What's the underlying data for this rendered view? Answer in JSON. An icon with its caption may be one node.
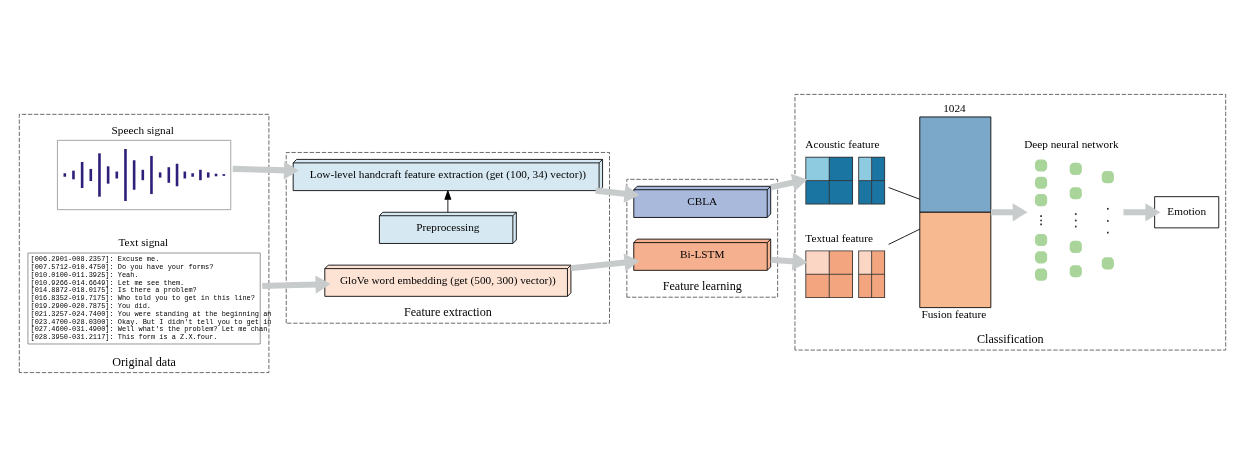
{
  "diagram": {
    "nodes": [
      {
        "text": [
          "Original data"
        ]
      },
      {
        "text": [
          "Speech signal"
        ],
        "in": 0
      },
      {
        "text": [
          "Text signal",
          "[006.2901-008.2357]: Excuse me.",
          "[007.5712-010.4750]: Do you have your forms?",
          "[010.0100-011.3925]: Yeah.",
          "[010.9266-014.6649]: Let me see them.",
          "[014.8872-018.0175]: Is there a problem?",
          "[016.8352-019.7175]: Who told you to get in this line?",
          "[019.2900-020.7875]: You did.",
          "[021.3257-024.7400]: You were standing at the beginning an",
          "[023.4700-028.0300]: Okay. But I didn't tell you to get in",
          "[027.4600-031.4900]: Well what's the problem? Let me chan",
          "[028.3950-031.2117]: This form is a Z.X.four."
        ],
        "in": 0
      },
      {
        "text": [
          "Feature extraction"
        ]
      },
      {
        "text": [
          "Preprocessing"
        ],
        "in": 3
      },
      {
        "text": [
          "Low-level handcraft feature extraction (get (100, 34) vector))"
        ],
        "in": 3
      },
      {
        "text": [
          "GloVe word embedding (get (500, 300) vector))"
        ],
        "in": 3
      },
      {
        "text": [
          "Feature learning"
        ]
      },
      {
        "text": [
          "CBLA"
        ],
        "in": 7
      },
      {
        "text": [
          "Bi-LSTM"
        ],
        "in": 7
      },
      {
        "text": [
          "Classification"
        ]
      },
      {
        "text": [
          "Acoustic feature"
        ],
        "in": 10
      },
      {
        "text": [
          "Textual feature"
        ],
        "in": 10
      },
      {
        "text": [
          "1024",
          "Fusion feature"
        ],
        "in": 10
      },
      {
        "text": [
          "Deep neural network"
        ],
        "in": 10
      },
      {
        "text": [
          "Emotion"
        ],
        "in": 10
      }
    ],
    "edges": [
      {
        "from": 1,
        "to": 5,
        "arrow": "to"
      },
      {
        "from": 4,
        "to": 5,
        "arrow": "to",
        "color": "#000000"
      },
      {
        "from": 2,
        "to": 6,
        "arrow": "to"
      },
      {
        "from": 5,
        "to": 8,
        "arrow": "to"
      },
      {
        "from": 6,
        "to": 9,
        "arrow": "to"
      },
      {
        "from": 8,
        "to": 11,
        "arrow": "to"
      },
      {
        "from": 9,
        "to": 12,
        "arrow": "to"
      },
      {
        "from": 11,
        "to": 13,
        "arrow": "none",
        "color": "#000000"
      },
      {
        "from": 12,
        "to": 13,
        "arrow": "none",
        "color": "#000000"
      },
      {
        "from": 13,
        "to": 14,
        "arrow": "to"
      },
      {
        "from": 14,
        "to": 15,
        "arrow": "to"
      }
    ]
  }
}
